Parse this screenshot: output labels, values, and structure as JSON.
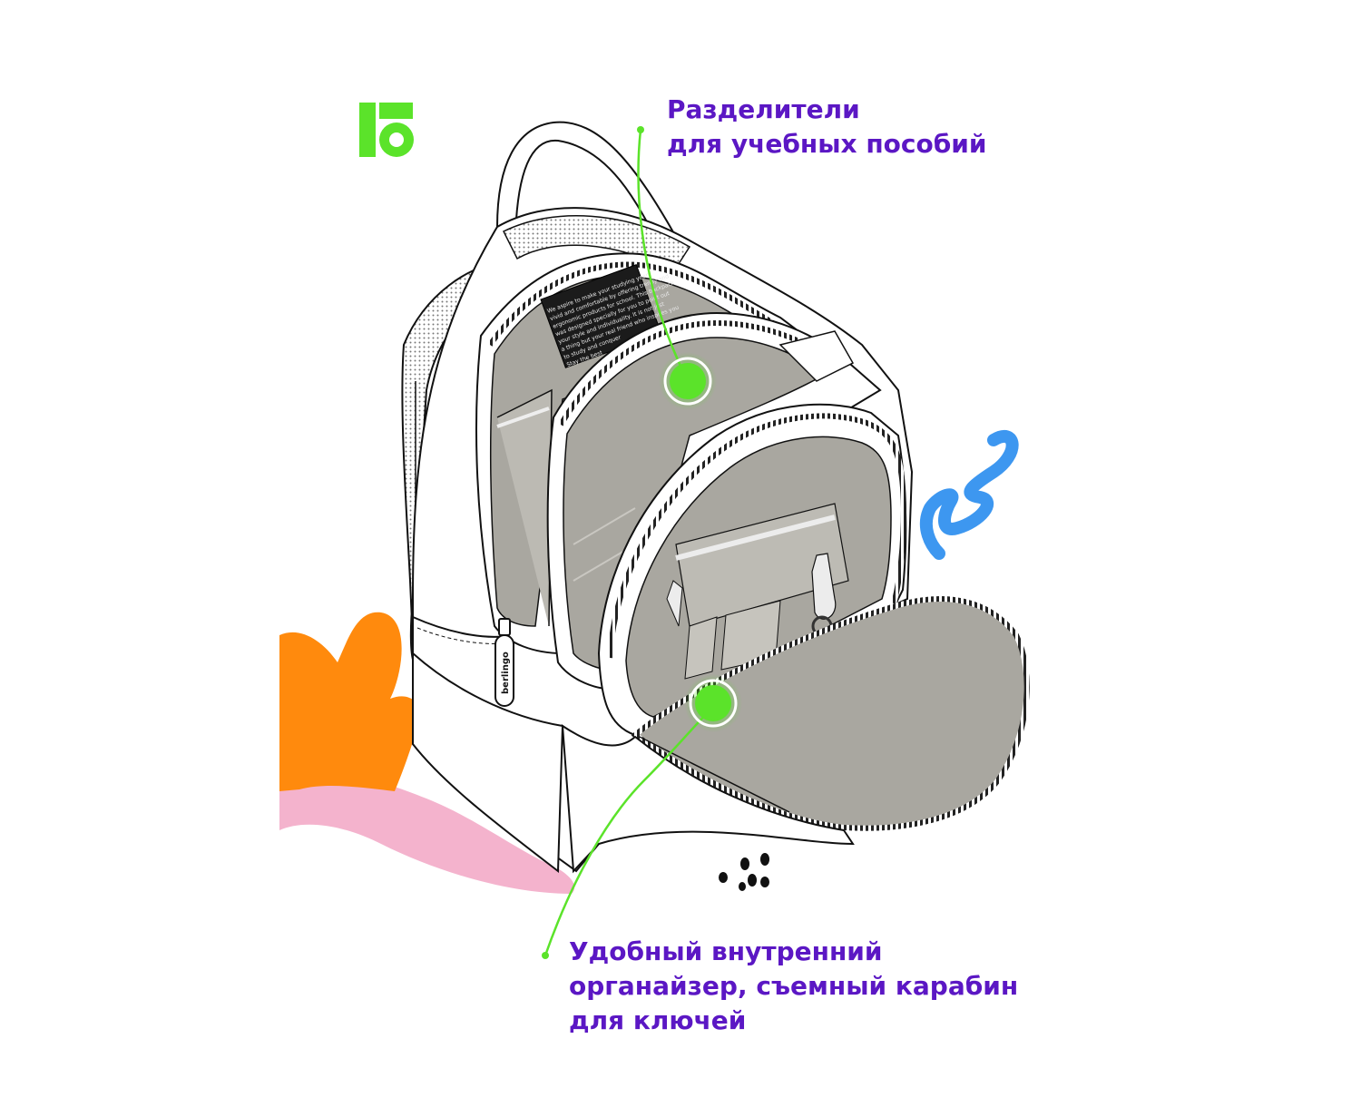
{
  "brand": {
    "logo_icon": "berlingo-logo-icon",
    "zipper_pull_text": "berlingo",
    "accent_green": "#5be32a",
    "text_purple": "#5b17c4"
  },
  "callouts": {
    "dividers": {
      "line1": "Разделители",
      "line2": "для учебных пособий"
    },
    "organizer": {
      "line1": "Удобный внутренний",
      "line2": "органайзер, съемный карабин",
      "line3": "для ключей"
    }
  },
  "label_patch": {
    "lines": [
      "We aspire to make your studying years",
      "vivid and comfortable by offering trendy and",
      "ergonomic products for school. This backpack",
      "was designed specially for you to point out",
      "your style and individuality. It is not just",
      "a thing but your real friend who inspires you",
      "to study and conquer",
      "Stay the best"
    ]
  },
  "decor": {
    "orange": "#ff8a0d",
    "pink": "#f4b3cd",
    "blue": "#3d97f0",
    "fabric_grey": "#a9a7a0"
  }
}
